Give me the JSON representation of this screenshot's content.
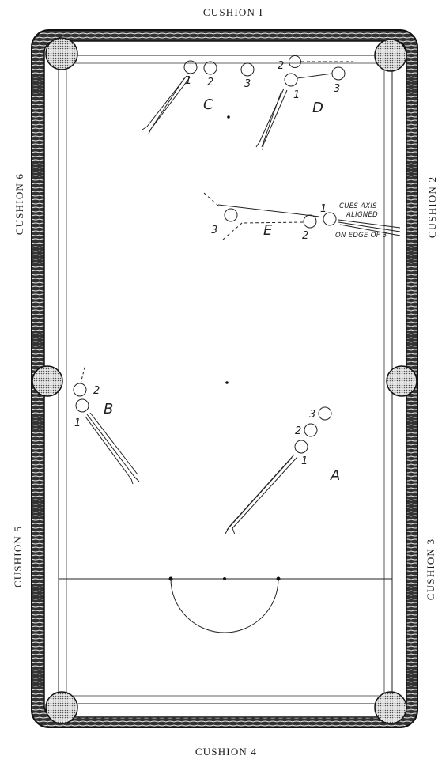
{
  "cushions": {
    "top": "CUSHION I",
    "right_upper": "CUSHION 2",
    "right_lower": "CUSHION 3",
    "bottom": "CUSHION 4",
    "left_lower": "CUSHION 5",
    "left_upper": "CUSHION 6"
  },
  "diagrams": {
    "A": {
      "label": "A",
      "ball1": "1",
      "ball2": "2",
      "ball3": "3"
    },
    "B": {
      "label": "B",
      "ball1": "1",
      "ball2": "2"
    },
    "C": {
      "label": "C",
      "ball1": "1",
      "ball2": "2",
      "ball3": "3"
    },
    "D": {
      "label": "D",
      "ball1": "1",
      "ball2": "2",
      "ball3": "3"
    },
    "E": {
      "label": "E",
      "ball1": "1",
      "ball2": "2",
      "ball3": "3"
    }
  },
  "annotations": {
    "cues_axis_line1": "CUES AXIS",
    "cues_axis_line2": "ALIGNED",
    "on_edge_of_3": "ON EDGE OF 3"
  },
  "colors": {
    "ink": "#1c1c1c",
    "paper": "#ffffff",
    "pocket": "#9a9a9a"
  }
}
